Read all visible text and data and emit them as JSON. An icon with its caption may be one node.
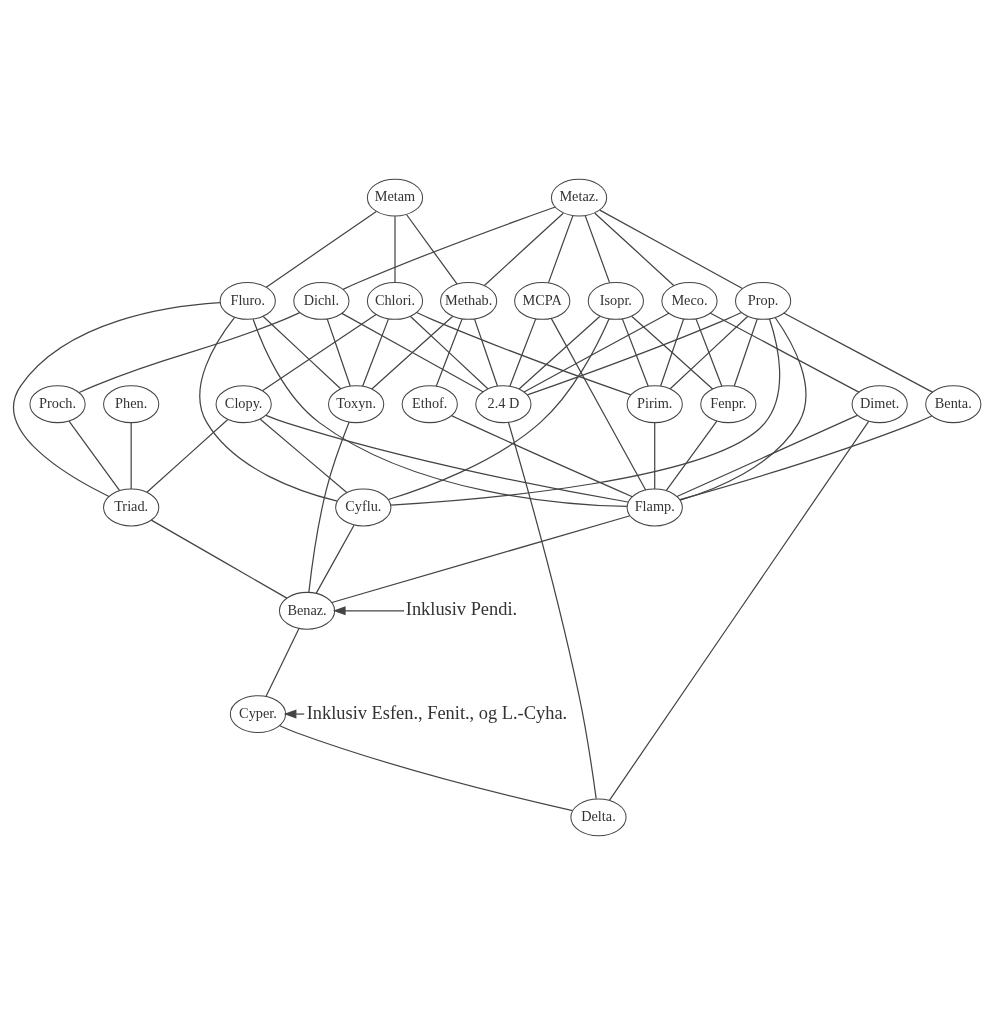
{
  "diagram": {
    "nodes": [
      {
        "text": [
          "Metam"
        ]
      },
      {
        "text": [
          "Metaz."
        ]
      },
      {
        "text": [
          "Phen."
        ]
      },
      {
        "text": [
          "Chlori."
        ]
      },
      {
        "text": [
          "Dichl."
        ]
      },
      {
        "text": [
          "Fluro."
        ]
      },
      {
        "text": [
          "Isopr."
        ]
      },
      {
        "text": [
          "MCPA"
        ]
      },
      {
        "text": [
          "Meco."
        ]
      },
      {
        "text": [
          "Methab."
        ]
      },
      {
        "text": [
          "Prop."
        ]
      },
      {
        "text": [
          "2.4 D"
        ]
      },
      {
        "text": [
          "Benta."
        ]
      },
      {
        "text": [
          "Clopy."
        ]
      },
      {
        "text": [
          "Dimet."
        ]
      },
      {
        "text": [
          "Ethof."
        ]
      },
      {
        "text": [
          "Fenpr."
        ]
      },
      {
        "text": [
          "Toxyn."
        ]
      },
      {
        "text": [
          "Pirim."
        ]
      },
      {
        "text": [
          "Proch."
        ]
      },
      {
        "text": [
          "Cyflu."
        ]
      },
      {
        "text": [
          "Flamp."
        ]
      },
      {
        "text": [
          "Triad."
        ]
      },
      {
        "text": [
          "Benaz."
        ]
      },
      {
        "text": [
          "Cyper."
        ]
      },
      {
        "text": [
          "Delta."
        ]
      },
      {
        "text": [
          "Inklusiv Pendi."
        ]
      },
      {
        "text": [
          "Inklusiv Esfen., Fenit., og L.-Cyha."
        ]
      }
    ],
    "edges": [
      {
        "from": 0,
        "to": 3,
        "arrow": "none"
      },
      {
        "from": 0,
        "to": 5,
        "arrow": "none"
      },
      {
        "from": 0,
        "to": 9,
        "arrow": "none"
      },
      {
        "from": 1,
        "to": 4,
        "arrow": "none"
      },
      {
        "from": 1,
        "to": 6,
        "arrow": "none"
      },
      {
        "from": 1,
        "to": 7,
        "arrow": "none"
      },
      {
        "from": 1,
        "to": 8,
        "arrow": "none"
      },
      {
        "from": 1,
        "to": 9,
        "arrow": "none"
      },
      {
        "from": 1,
        "to": 10,
        "arrow": "none"
      },
      {
        "from": 2,
        "to": 22,
        "arrow": "none"
      },
      {
        "from": 3,
        "to": 11,
        "arrow": "none"
      },
      {
        "from": 3,
        "to": 13,
        "arrow": "none"
      },
      {
        "from": 3,
        "to": 17,
        "arrow": "none"
      },
      {
        "from": 3,
        "to": 18,
        "arrow": "none"
      },
      {
        "from": 4,
        "to": 11,
        "arrow": "none"
      },
      {
        "from": 4,
        "to": 17,
        "arrow": "none"
      },
      {
        "from": 4,
        "to": 19,
        "arrow": "none"
      },
      {
        "from": 5,
        "to": 20,
        "arrow": "none"
      },
      {
        "from": 5,
        "to": 21,
        "arrow": "none"
      },
      {
        "from": 5,
        "to": 22,
        "arrow": "none"
      },
      {
        "from": 5,
        "to": 17,
        "arrow": "none"
      },
      {
        "from": 6,
        "to": 11,
        "arrow": "none"
      },
      {
        "from": 6,
        "to": 20,
        "arrow": "none"
      },
      {
        "from": 6,
        "to": 16,
        "arrow": "none"
      },
      {
        "from": 6,
        "to": 18,
        "arrow": "none"
      },
      {
        "from": 7,
        "to": 11,
        "arrow": "none"
      },
      {
        "from": 7,
        "to": 21,
        "arrow": "none"
      },
      {
        "from": 8,
        "to": 11,
        "arrow": "none"
      },
      {
        "from": 8,
        "to": 14,
        "arrow": "none"
      },
      {
        "from": 8,
        "to": 16,
        "arrow": "none"
      },
      {
        "from": 8,
        "to": 18,
        "arrow": "none"
      },
      {
        "from": 9,
        "to": 11,
        "arrow": "none"
      },
      {
        "from": 9,
        "to": 17,
        "arrow": "none"
      },
      {
        "from": 9,
        "to": 15,
        "arrow": "none"
      },
      {
        "from": 10,
        "to": 11,
        "arrow": "none"
      },
      {
        "from": 10,
        "to": 12,
        "arrow": "none"
      },
      {
        "from": 10,
        "to": 20,
        "arrow": "none"
      },
      {
        "from": 10,
        "to": 21,
        "arrow": "none"
      },
      {
        "from": 10,
        "to": 18,
        "arrow": "none"
      },
      {
        "from": 10,
        "to": 16,
        "arrow": "none"
      },
      {
        "from": 11,
        "to": 25,
        "arrow": "none"
      },
      {
        "from": 12,
        "to": 21,
        "arrow": "none"
      },
      {
        "from": 13,
        "to": 20,
        "arrow": "none"
      },
      {
        "from": 13,
        "to": 21,
        "arrow": "none"
      },
      {
        "from": 13,
        "to": 22,
        "arrow": "none"
      },
      {
        "from": 14,
        "to": 21,
        "arrow": "none"
      },
      {
        "from": 14,
        "to": 25,
        "arrow": "none"
      },
      {
        "from": 15,
        "to": 21,
        "arrow": "none"
      },
      {
        "from": 16,
        "to": 21,
        "arrow": "none"
      },
      {
        "from": 17,
        "to": 23,
        "arrow": "none"
      },
      {
        "from": 18,
        "to": 21,
        "arrow": "none"
      },
      {
        "from": 19,
        "to": 22,
        "arrow": "none"
      },
      {
        "from": 20,
        "to": 23,
        "arrow": "none"
      },
      {
        "from": 21,
        "to": 23,
        "arrow": "none"
      },
      {
        "from": 22,
        "to": 23,
        "arrow": "none"
      },
      {
        "from": 23,
        "to": 24,
        "arrow": "none"
      },
      {
        "from": 24,
        "to": 25,
        "arrow": "none"
      },
      {
        "from": 26,
        "to": 23,
        "arrow": "to"
      },
      {
        "from": 27,
        "to": 24,
        "arrow": "to"
      }
    ]
  }
}
